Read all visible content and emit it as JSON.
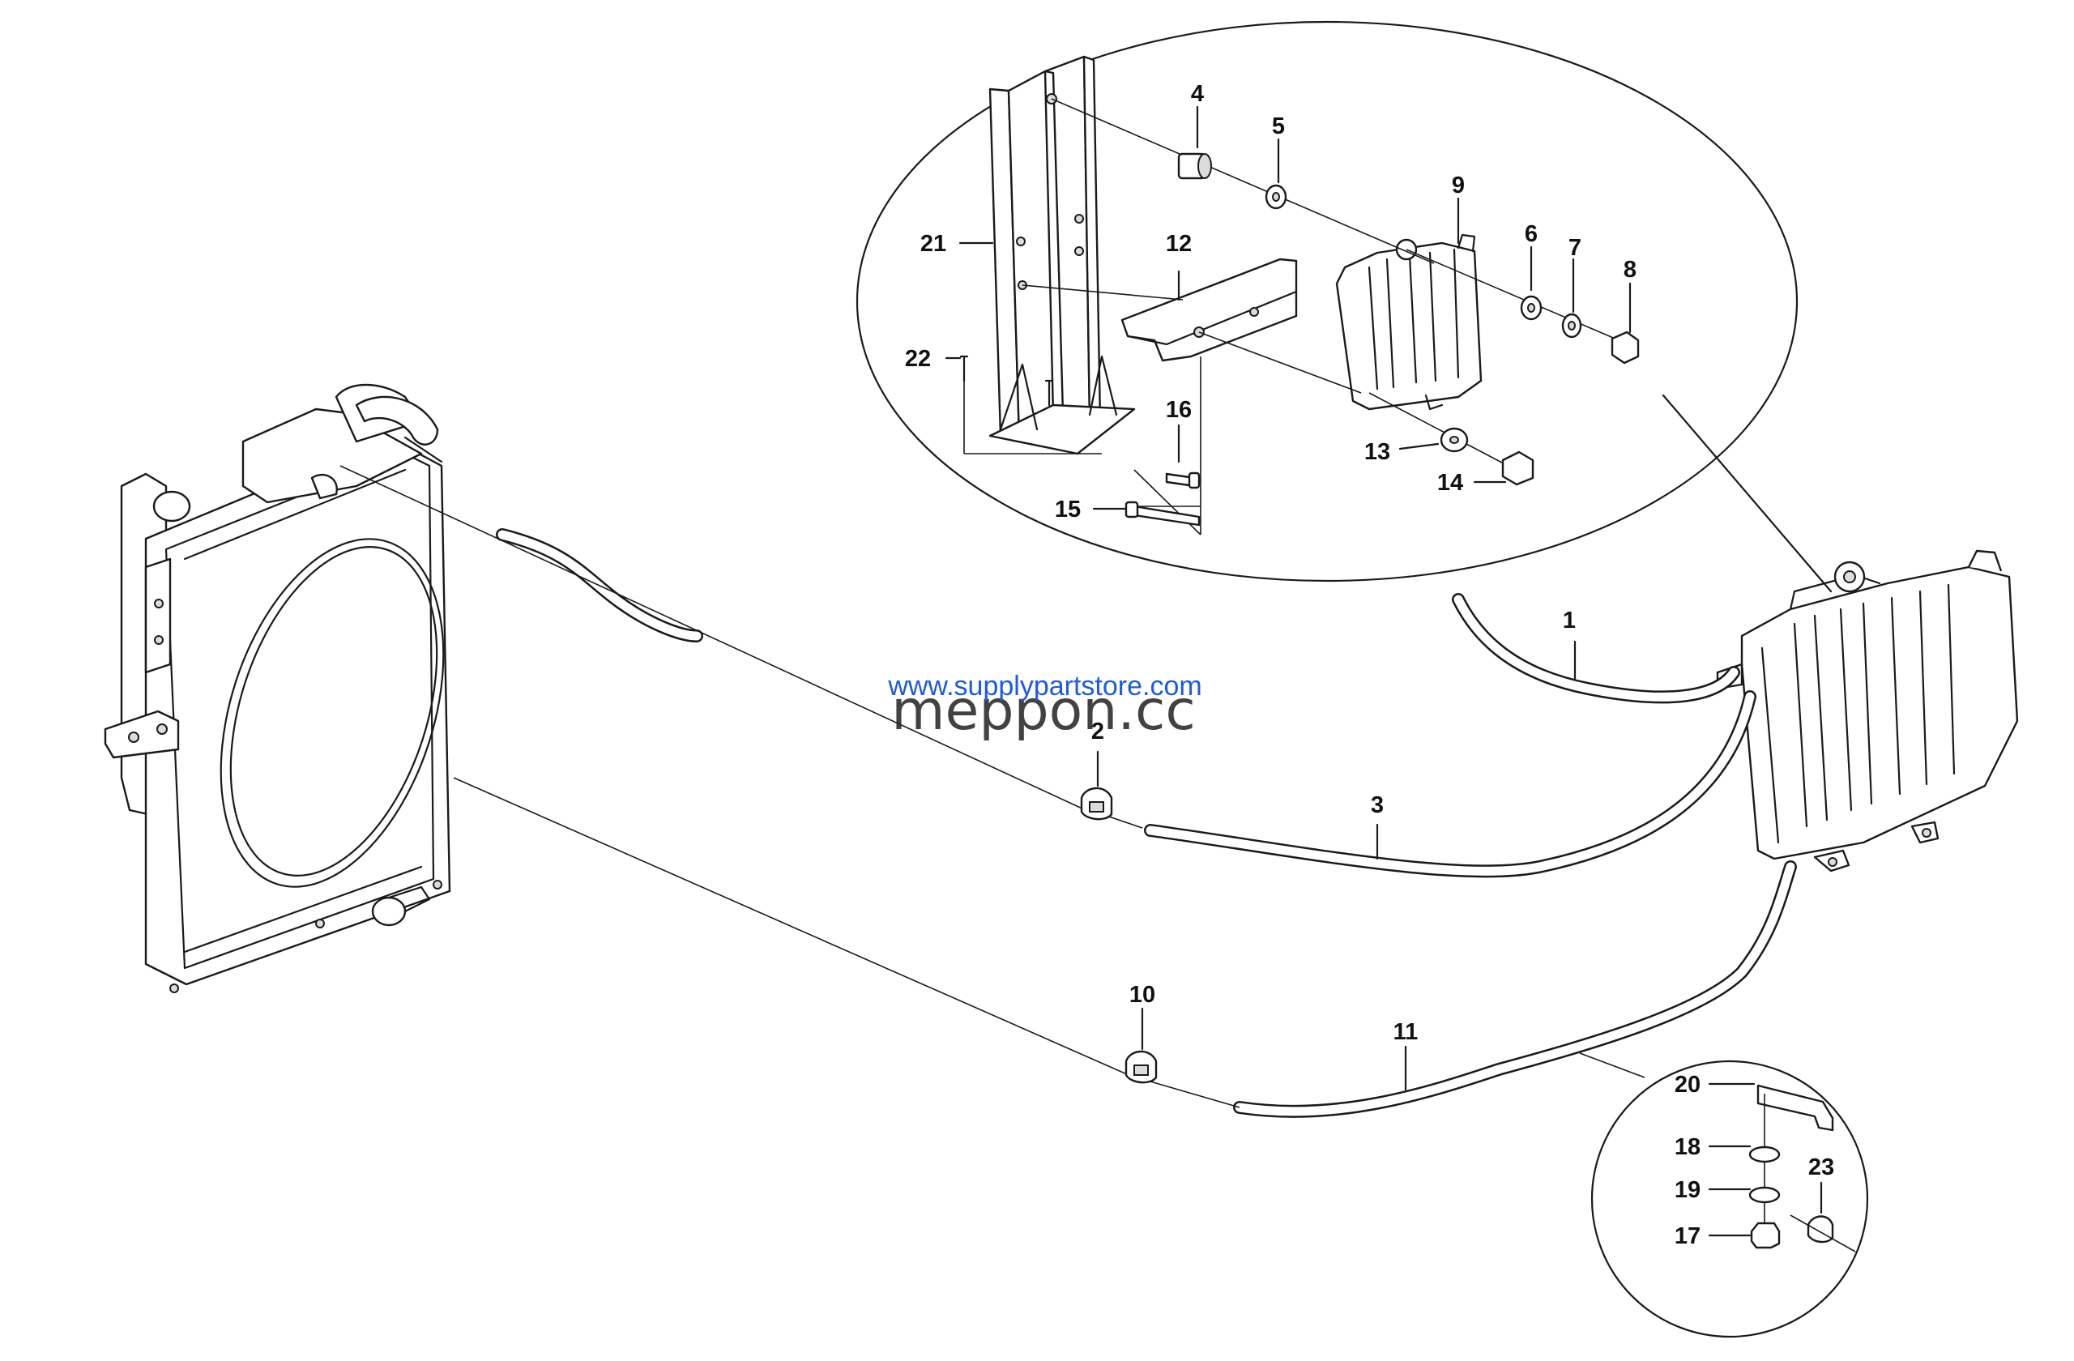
{
  "watermark": {
    "back_text": "meppon.cc",
    "front_text": "www.supplypartstore.com",
    "front_color": "#1f5bd6"
  },
  "callouts": {
    "c1": "1",
    "c2": "2",
    "c3": "3",
    "c4": "4",
    "c5": "5",
    "c6": "6",
    "c7": "7",
    "c8": "8",
    "c9": "9",
    "c10": "10",
    "c11": "11",
    "c12": "12",
    "c13": "13",
    "c14": "14",
    "c15": "15",
    "c16": "16",
    "c17": "17",
    "c18": "18",
    "c19": "19",
    "c20": "20",
    "c21": "21",
    "c22": "22",
    "c23": "23"
  }
}
